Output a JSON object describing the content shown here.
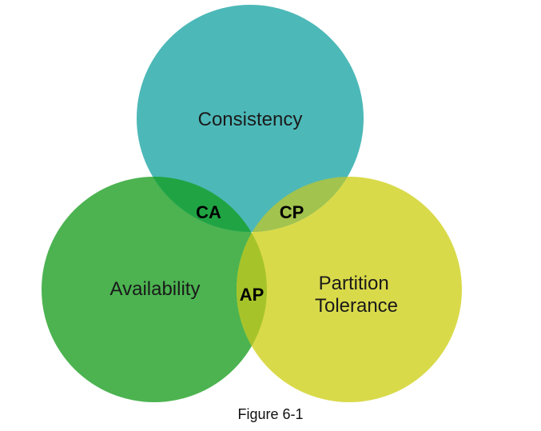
{
  "diagram": {
    "circles": [
      {
        "id": "consistency",
        "label": "Consistency",
        "color": "#4DB8B8"
      },
      {
        "id": "availability",
        "label": "Availability",
        "color": "#4CB350"
      },
      {
        "id": "partition",
        "label_lines": [
          "Partition",
          "Tolerance"
        ],
        "color": "#D9DA4A"
      }
    ],
    "regions": {
      "ca": {
        "label": "CA",
        "color": "#20A443"
      },
      "cp": {
        "label": "CP",
        "color": "#A2C34E"
      },
      "ap": {
        "label": "AP",
        "color": "#A6C42A"
      }
    }
  },
  "caption": "Figure 6-1"
}
